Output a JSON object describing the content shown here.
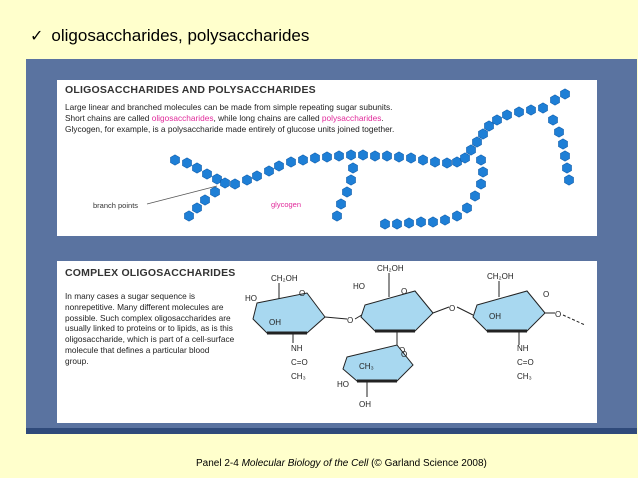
{
  "bullet": {
    "text": "oligosaccharides, polysaccharides"
  },
  "panel1": {
    "title": "OLIGOSACCHARIDES AND POLYSACCHARIDES",
    "text_1": "Large linear and branched molecules can be made from simple repeating sugar subunits. Short chains are called ",
    "term_1": "oligosaccharides",
    "text_2": ", while long chains are called ",
    "term_2": "polysaccharides",
    "text_3": ". Glycogen, for example, is a polysaccharide made entirely of glucose units joined together.",
    "label_branch": "branch points",
    "label_glycogen": "glycogen"
  },
  "panel2": {
    "title": "COMPLEX OLIGOSACCHARIDES",
    "text": "In many cases a sugar sequence is nonrepetitive. Many different molecules are possible. Such complex oligosaccharides are usually linked to proteins or to lipids, as is this oligosaccharide, which is part of a cell-surface molecule that defines a particular blood group."
  },
  "caption": {
    "prefix": "Panel 2-4  ",
    "book": "Molecular Biology of the Cell",
    "suffix": " (© Garland Science 2008)"
  },
  "colors": {
    "slide_bg": "#ffffcc",
    "frame": "#5a73a0",
    "hexagon": "#1e7fd6",
    "ring_fill": "#a8d8f0",
    "pink_term": "#e0299a"
  }
}
